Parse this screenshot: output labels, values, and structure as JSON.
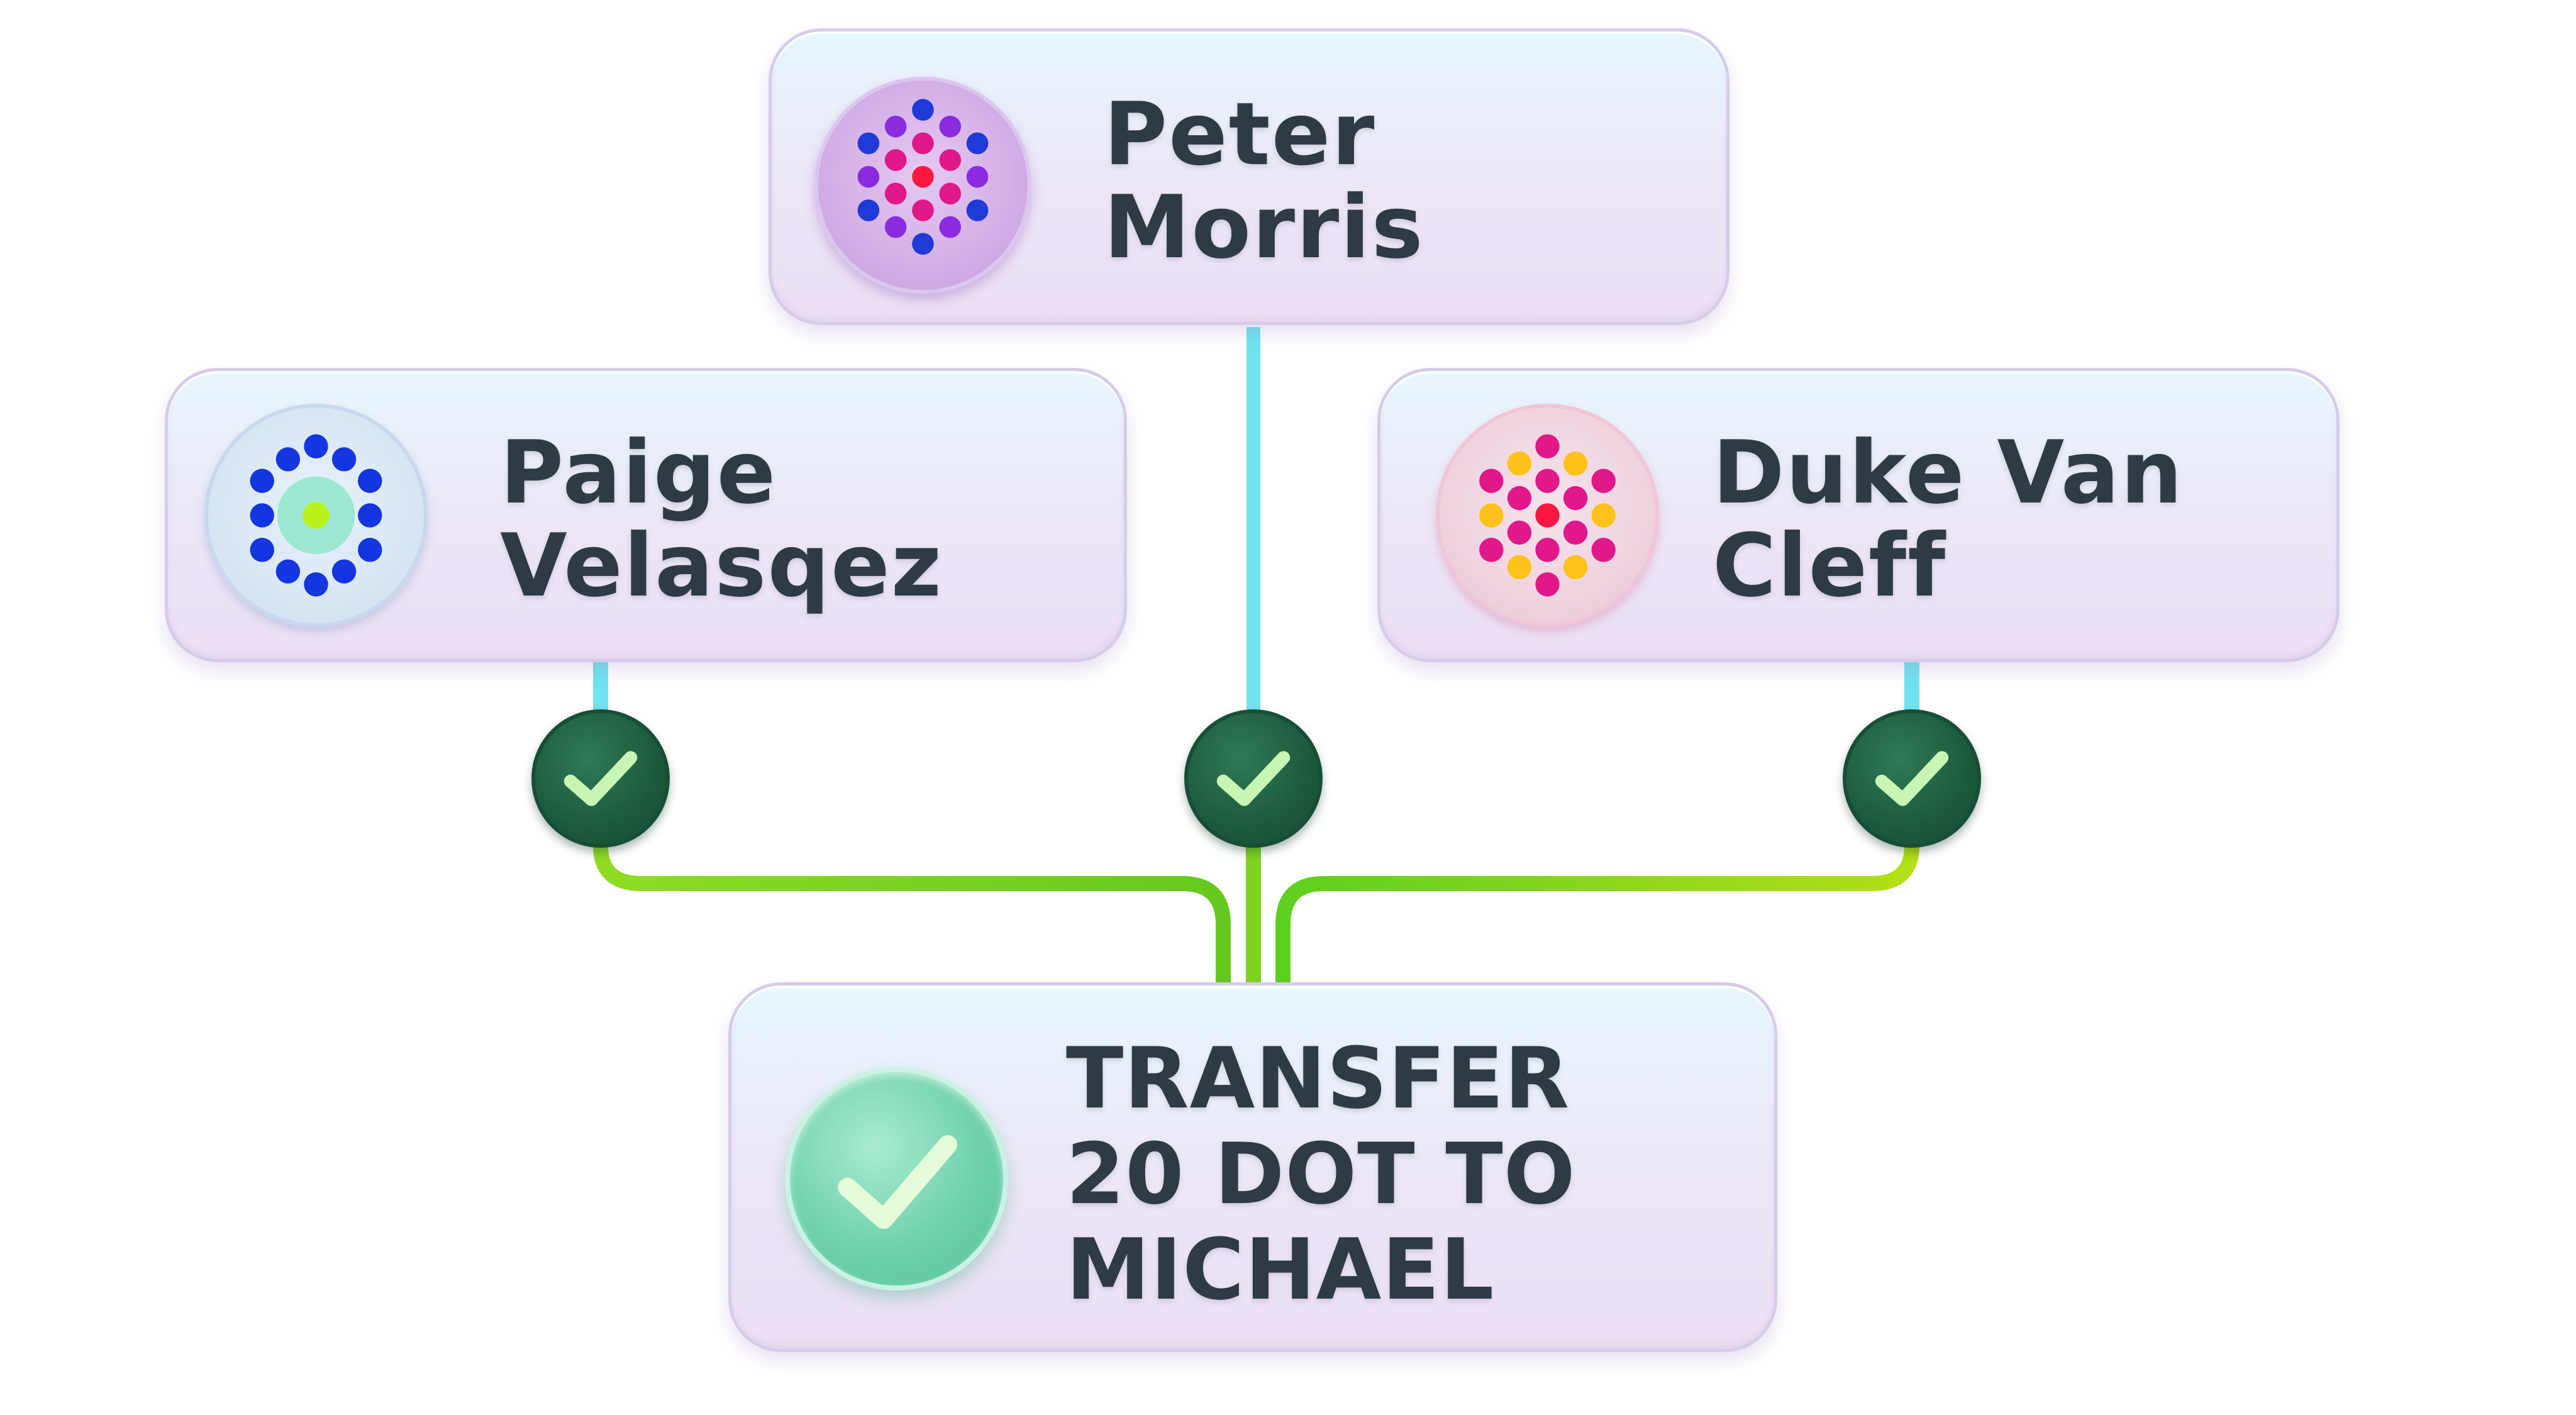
{
  "signers": [
    {
      "id": "peter",
      "name_line1": "Peter",
      "name_line2": "Morris"
    },
    {
      "id": "paige",
      "name_line1": "Paige",
      "name_line2": "Velasqez"
    },
    {
      "id": "duke",
      "name_line1": "Duke Van",
      "name_line2": "Cleff"
    }
  ],
  "action": {
    "line1": "TRANSFER",
    "line2": "20 DOT TO",
    "line3": "MICHAEL"
  },
  "icons": {
    "check": "checkmark-icon",
    "avatar": "identicon-avatar"
  },
  "colors": {
    "text": "#2e3b44",
    "connector_top": "#6fe3ef",
    "connector_bottom": "#7ed321",
    "check_node": "#1c5a3d",
    "check_mark": "#c8f5b4",
    "big_check": "#6fd1ac"
  }
}
